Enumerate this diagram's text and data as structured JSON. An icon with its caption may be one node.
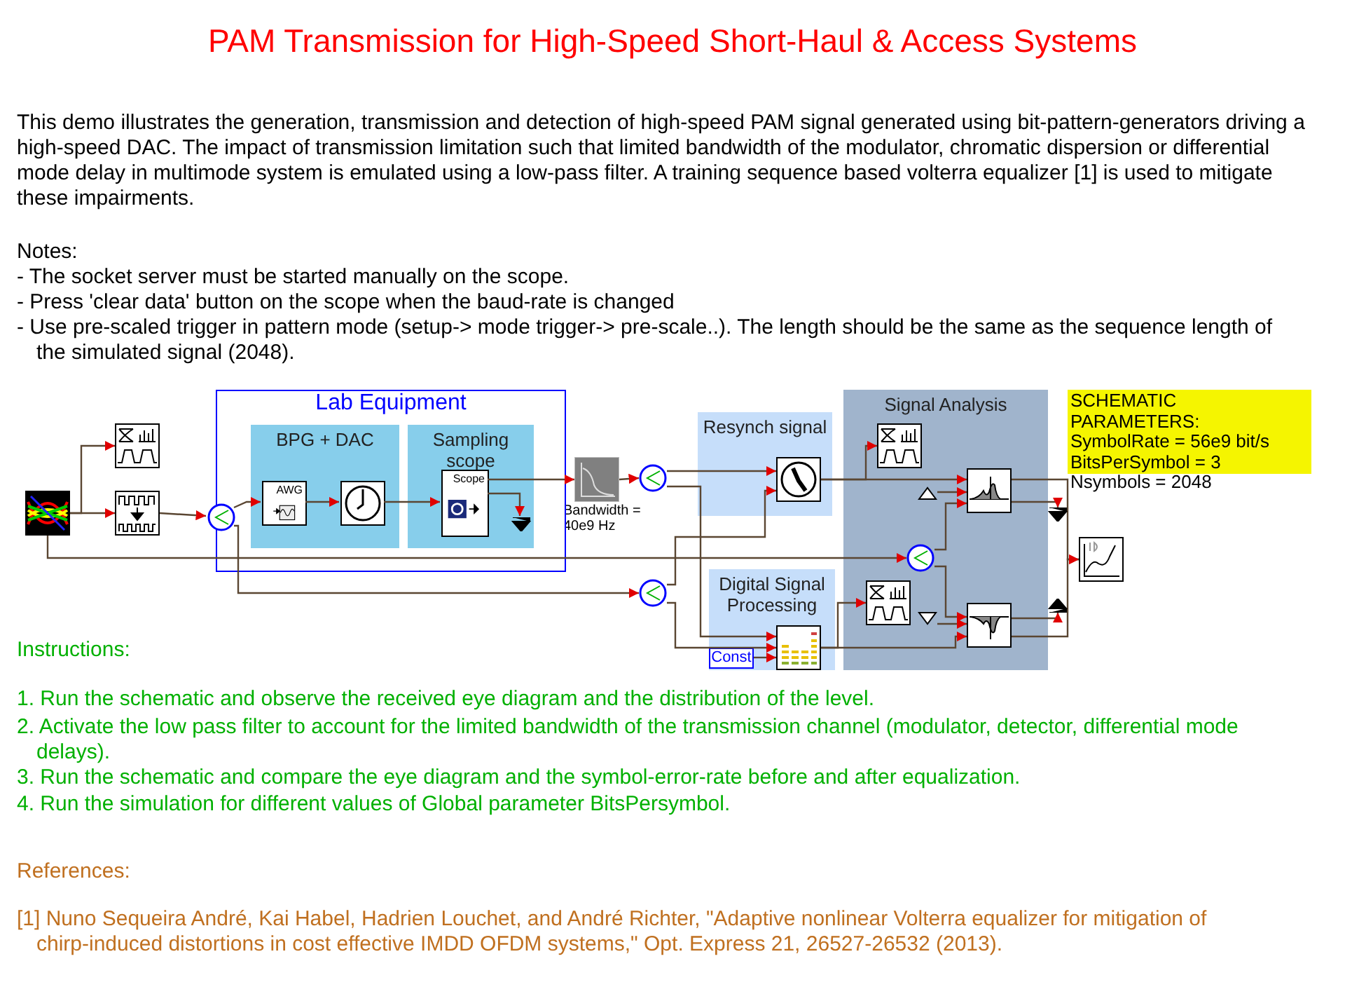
{
  "diagram": {
    "title": "PAM Transmission for High-Speed Short-Haul & Access Systems",
    "nodes": [
      {
        "text": [],
        "shape": "picture"
      },
      {
        "text": [],
        "shape": "picture"
      },
      {
        "text": [],
        "shape": "picture"
      },
      {
        "text": [
          "Lab Equipment"
        ]
      },
      {
        "text": [],
        "shape": "circle",
        "in": 3
      },
      {
        "text": [
          "BPG + DAC"
        ],
        "in": 3
      },
      {
        "text": [
          "AWG"
        ],
        "in": 5
      },
      {
        "text": [],
        "shape": "picture",
        "in": 5
      },
      {
        "text": [
          "Sampling scope"
        ],
        "in": 3
      },
      {
        "text": [
          "Scope"
        ],
        "in": 8
      },
      {
        "text": [],
        "shape": "picture",
        "in": 8
      },
      {
        "text": [],
        "shape": "picture",
        "beside": [
          "Bandwidth = 40e9 Hz"
        ]
      },
      {
        "text": [],
        "shape": "circle"
      },
      {
        "text": [
          "Resynch signal"
        ]
      },
      {
        "text": [],
        "shape": "picture",
        "in": 13
      },
      {
        "text": [],
        "shape": "circle"
      },
      {
        "text": [
          "Digital Signal Processing"
        ]
      },
      {
        "text": [],
        "shape": "picture",
        "in": 16
      },
      {
        "text": [
          "Const"
        ],
        "in": 16
      },
      {
        "text": [
          "Signal Analysis"
        ]
      },
      {
        "text": [],
        "shape": "picture",
        "in": 19
      },
      {
        "text": [],
        "shape": "triangle",
        "in": 19
      },
      {
        "text": [],
        "shape": "picture",
        "in": 19
      },
      {
        "text": [],
        "shape": "picture"
      },
      {
        "text": [],
        "shape": "circle",
        "in": 19
      },
      {
        "text": [],
        "shape": "picture",
        "in": 19
      },
      {
        "text": [],
        "shape": "triangle",
        "in": 19
      },
      {
        "text": [],
        "shape": "picture",
        "in": 19
      },
      {
        "text": [],
        "shape": "picture"
      },
      {
        "text": [],
        "shape": "picture"
      },
      {
        "text": [
          "SCHEMATIC PARAMETERS:",
          "SymbolRate = 56e9 bit/s",
          "BitsPerSymbol = 3",
          "Nsymbols = 2048"
        ]
      }
    ],
    "edges": [
      {
        "from": 0,
        "to": 1,
        "arrow": "to"
      },
      {
        "from": 0,
        "to": 2,
        "arrow": "to"
      },
      {
        "from": 2,
        "to": 4,
        "arrow": "to"
      },
      {
        "from": 4,
        "to": 6,
        "arrow": "to"
      },
      {
        "from": 6,
        "to": 7,
        "arrow": "to"
      },
      {
        "from": 7,
        "to": 9,
        "arrow": "to"
      },
      {
        "from": 9,
        "to": 11,
        "arrow": "to"
      },
      {
        "from": 9,
        "to": 10,
        "arrow": "to"
      },
      {
        "from": 11,
        "to": 12,
        "arrow": "to"
      },
      {
        "from": 12,
        "to": 14,
        "arrow": "to"
      },
      {
        "from": 12,
        "to": 17,
        "arrow": "to"
      },
      {
        "from": 4,
        "to": 15,
        "arrow": "to"
      },
      {
        "from": 0,
        "to": 24,
        "arrow": "to"
      },
      {
        "from": 15,
        "to": 14,
        "arrow": "to"
      },
      {
        "from": 15,
        "to": 17,
        "arrow": "to"
      },
      {
        "from": 18,
        "to": 17,
        "arrow": "to"
      },
      {
        "from": 14,
        "to": 20,
        "arrow": "to"
      },
      {
        "from": 14,
        "to": 22,
        "arrow": "to"
      },
      {
        "from": 21,
        "to": 22,
        "arrow": "to"
      },
      {
        "from": 24,
        "to": 22,
        "arrow": "to"
      },
      {
        "from": 24,
        "to": 27,
        "arrow": "to"
      },
      {
        "from": 17,
        "to": 25,
        "arrow": "to"
      },
      {
        "from": 17,
        "to": 27,
        "arrow": "to"
      },
      {
        "from": 26,
        "to": 27,
        "arrow": "to"
      },
      {
        "from": 22,
        "to": 29,
        "arrow": "to"
      },
      {
        "from": 22,
        "to": 23,
        "arrow": "to"
      },
      {
        "from": 27,
        "to": 28,
        "arrow": "to"
      },
      {
        "from": 27,
        "to": 29,
        "arrow": "to"
      }
    ],
    "labels": [
      "This demo illustrates the generation, transmission and detection of high-speed PAM signal generated using bit-pattern-generators driving a high-speed DAC. The impact of transmission limitation such that limited bandwidth of the modulator, chromatic dispersion or differential mode delay in multimode system is emulated using a low-pass filter. A training sequence based volterra equalizer [1] is used to mitigate these impairments.",
      "Notes:",
      "- The socket server must be started manually on the scope.",
      "- Press 'clear data' button on the scope when the baud-rate is changed",
      "- Use pre-scaled trigger in pattern mode (setup-> mode trigger-> pre-scale..). The length should be the same as the sequence length of the simulated signal (2048).",
      "Instructions:",
      "1. Run the schematic and observe the received eye diagram and the distribution of the level.",
      "2. Activate the low pass filter to account for the limited bandwidth of the transmission channel (modulator, detector, differential mode delays).",
      "3. Run the schematic and compare the eye diagram and the symbol-error-rate before and after equalization.",
      "4. Run the simulation for different values of Global parameter BitsPersymbol.",
      "References:",
      "[1] Nuno Sequeira André, Kai Habel, Hadrien Louchet, and André Richter, \"Adaptive nonlinear Volterra equalizer for mitigation of chirp-induced distortions in cost effective IMDD OFDM systems,\" Opt. Express 21, 26527-26532 (2013)."
    ]
  }
}
